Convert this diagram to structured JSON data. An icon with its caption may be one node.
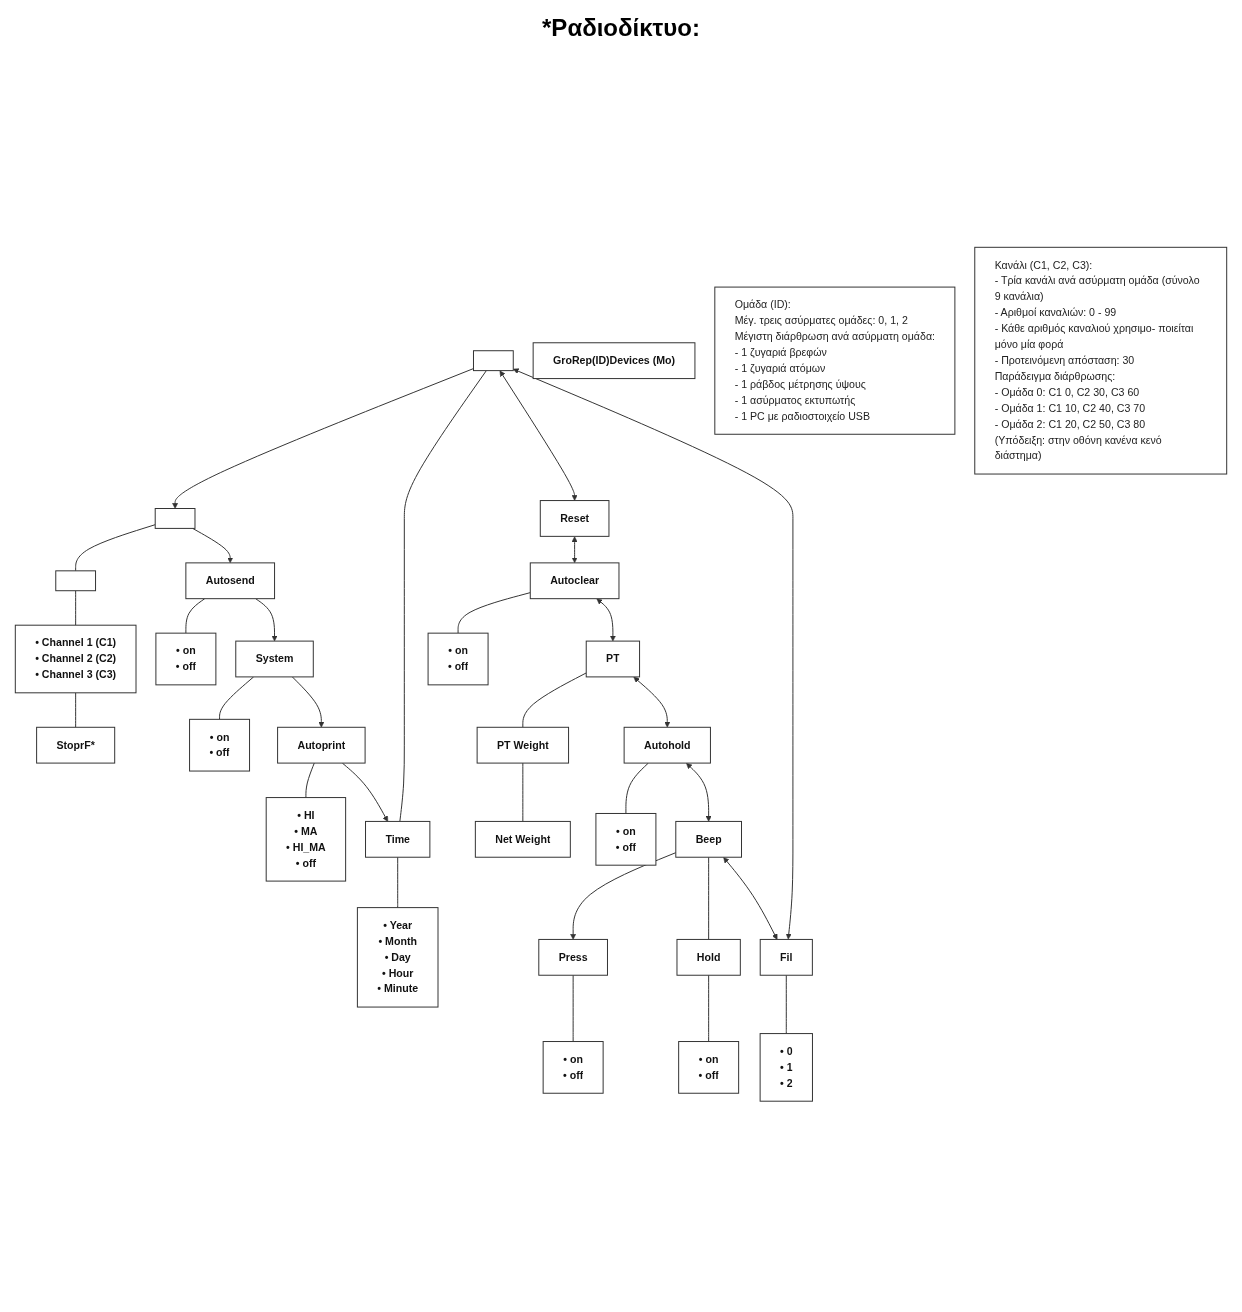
{
  "diagram": {
    "nodes": [
      {
        "text": [],
        "shape": "box"
      },
      {
        "text": [],
        "shape": "box"
      },
      {
        "text": [],
        "shape": "box"
      },
      {
        "text": [
          "• Channel 1 (C1)",
          "• Channel 2 (C2)",
          "• Channel 3 (C3)"
        ]
      },
      {
        "text": [
          "StoprF*"
        ]
      },
      {
        "text": [
          "GroRep(ID)Devices (Mo)"
        ]
      },
      {
        "text": [
          "Autosend"
        ]
      },
      {
        "text": [
          "• on",
          "• off"
        ]
      },
      {
        "text": [
          "System"
        ]
      },
      {
        "text": [
          "• on",
          "• off"
        ]
      },
      {
        "text": [
          "Autoprint"
        ]
      },
      {
        "text": [
          "• HI",
          "• MA",
          "• HI_MA",
          "• off"
        ]
      },
      {
        "text": [
          "Time"
        ]
      },
      {
        "text": [
          "• Year",
          "• Month",
          "• Day",
          "• Hour",
          "• Minute"
        ]
      },
      {
        "text": [
          "Reset"
        ]
      },
      {
        "text": [
          "Autoclear"
        ]
      },
      {
        "text": [
          "• on",
          "• off"
        ]
      },
      {
        "text": [
          "PT"
        ]
      },
      {
        "text": [
          "PT Weight"
        ]
      },
      {
        "text": [
          "Net Weight"
        ]
      },
      {
        "text": [
          "Autohold"
        ]
      },
      {
        "text": [
          "• on",
          "• off"
        ]
      },
      {
        "text": [
          "Beep"
        ]
      },
      {
        "text": [
          "Press"
        ]
      },
      {
        "text": [
          "• on",
          "• off"
        ]
      },
      {
        "text": [
          "Hold"
        ]
      },
      {
        "text": [
          "• on",
          "• off"
        ]
      },
      {
        "text": [
          "Fil"
        ]
      },
      {
        "text": [
          "• 0",
          "• 1",
          "• 2"
        ]
      },
      {
        "text": [
          "Ομάδα (ID):",
          "Μέγ. τρεις ασύρματες ομάδες: 0, 1, 2",
          "Μέγιστη διάρθρωση ανά ασύρματη ομάδα:",
          "- 1 ζυγαριά βρεφών",
          "- 1 ζυγαριά ατόμων",
          "- 1 ράβδος μέτρησης ύψους",
          "- 1 ασύρματος εκτυπωτής",
          "- 1 PC με ραδιοστοιχείο USB"
        ]
      },
      {
        "text": [
          "Κανάλι (C1, C2, C3):",
          "- Τρία κανάλι ανά ασύρματη ομάδα (σύνολο 9 κανάλια)",
          "- Αριθμοί καναλιών: 0 - 99",
          "- Κάθε αριθμός καναλιού χρησιμο- ποιείται μόνο μία φορά",
          "- Προτεινόμενη απόσταση: 30",
          "Παράδειγμα διάρθρωσης:",
          "- Ομάδα 0: C1 0, C2 30, C3 60",
          "- Ομάδα 1: C1 10, C2 40, C3 70",
          "- Ομάδα 2: C1 20, C2 50, C3 80",
          "(Υπόδειξη: στην οθόνη κανένα κενό διάστημα)"
        ]
      }
    ],
    "edges": [
      {
        "from": 0,
        "to": 1,
        "arrow": "to"
      },
      {
        "from": 0,
        "to": 12,
        "arrow": "none"
      },
      {
        "from": 1,
        "to": 2,
        "arrow": "none"
      },
      {
        "from": 2,
        "to": 3,
        "arrow": "none"
      },
      {
        "from": 3,
        "to": 4,
        "arrow": "none"
      },
      {
        "from": 1,
        "to": 6,
        "arrow": "to"
      },
      {
        "from": 6,
        "to": 7,
        "arrow": "none"
      },
      {
        "from": 6,
        "to": 8,
        "arrow": "to"
      },
      {
        "from": 8,
        "to": 9,
        "arrow": "none"
      },
      {
        "from": 8,
        "to": 10,
        "arrow": "to"
      },
      {
        "from": 10,
        "to": 11,
        "arrow": "none"
      },
      {
        "from": 10,
        "to": 12,
        "arrow": "to"
      },
      {
        "from": 12,
        "to": 13,
        "arrow": "none"
      },
      {
        "from": 0,
        "to": 14,
        "arrow": "both"
      },
      {
        "from": 14,
        "to": 15,
        "arrow": "both"
      },
      {
        "from": 15,
        "to": 16,
        "arrow": "none"
      },
      {
        "from": 15,
        "to": 17,
        "arrow": "both"
      },
      {
        "from": 17,
        "to": 18,
        "arrow": "none"
      },
      {
        "from": 18,
        "to": 19,
        "arrow": "none"
      },
      {
        "from": 17,
        "to": 20,
        "arrow": "both"
      },
      {
        "from": 20,
        "to": 21,
        "arrow": "none"
      },
      {
        "from": 20,
        "to": 22,
        "arrow": "both"
      },
      {
        "from": 22,
        "to": 23,
        "arrow": "to"
      },
      {
        "from": 23,
        "to": 24,
        "arrow": "none"
      },
      {
        "from": 22,
        "to": 25,
        "arrow": "none"
      },
      {
        "from": 25,
        "to": 26,
        "arrow": "none"
      },
      {
        "from": 22,
        "to": 27,
        "arrow": "both"
      },
      {
        "from": 27,
        "to": 28,
        "arrow": "none"
      },
      {
        "from": 27,
        "to": 0,
        "arrow": "both"
      }
    ],
    "labels": [
      "*Ραδιοδίκτυο:"
    ]
  }
}
